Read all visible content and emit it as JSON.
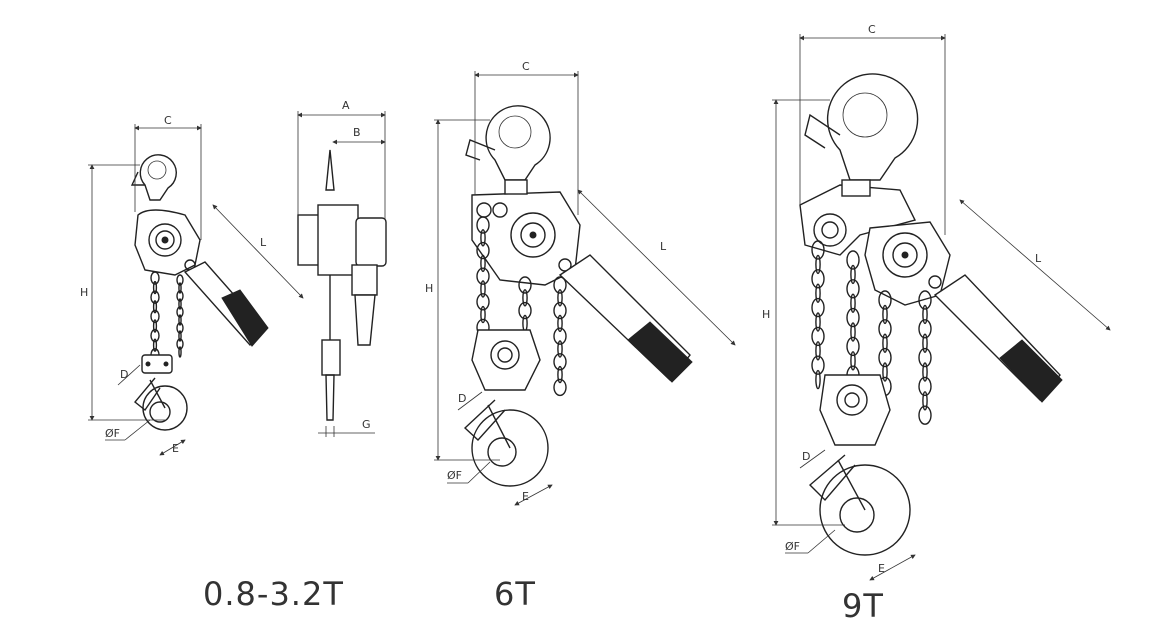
{
  "hoists": [
    {
      "caption": "0.8-3.2T",
      "labels": {
        "c": "C",
        "h": "H",
        "l": "L",
        "d": "D",
        "f": "ØF",
        "e": "E"
      }
    },
    {
      "labels": {
        "a": "A",
        "b": "B",
        "g": "G"
      }
    },
    {
      "caption": "6T",
      "labels": {
        "c": "C",
        "h": "H",
        "l": "L",
        "d": "D",
        "f": "ØF",
        "e": "E"
      }
    },
    {
      "caption": "9T",
      "labels": {
        "c": "C",
        "h": "H",
        "l": "L",
        "d": "D",
        "f": "ØF",
        "e": "E"
      }
    }
  ]
}
